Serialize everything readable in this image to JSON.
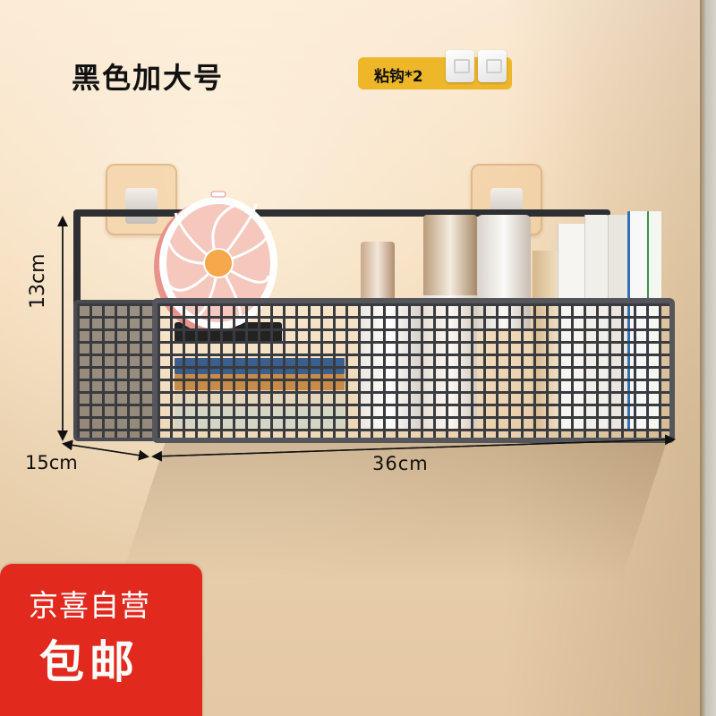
{
  "product": {
    "variant_title": "黑色加大号",
    "accessory_badge": {
      "label": "粘钩*2",
      "color": "#eeb72a"
    }
  },
  "dimensions": {
    "height": "13cm",
    "depth": "15cm",
    "width": "36cm"
  },
  "promo": {
    "line1": "京喜自营",
    "line2": "包邮",
    "color": "#e2291e"
  },
  "colors": {
    "wall": "#f4dbb9",
    "basket": "#3a3b3f",
    "fan_accent": "#f6a84a",
    "fan_pink": "#e8928a"
  }
}
